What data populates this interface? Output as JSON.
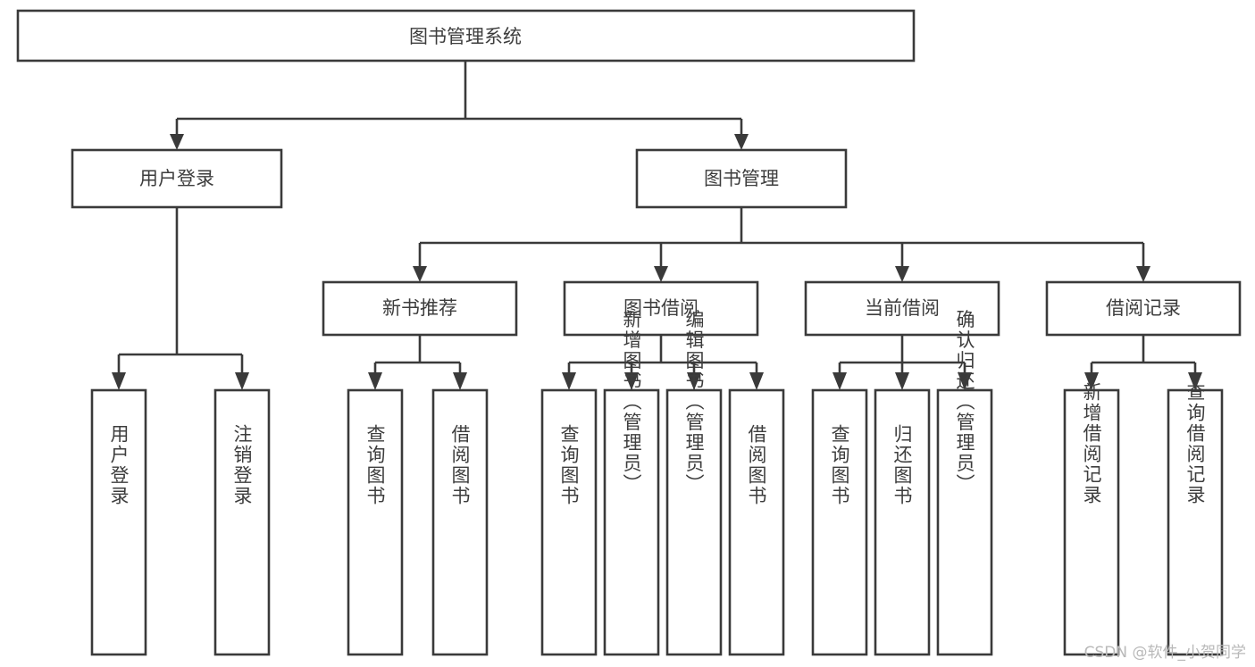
{
  "diagram": {
    "kind": "tree-hierarchy-diagram",
    "title_node": {
      "label": "图书管理系统"
    },
    "level2": [
      {
        "label": "用户登录"
      },
      {
        "label": "图书管理"
      }
    ],
    "level3": [
      {
        "label": "新书推荐"
      },
      {
        "label": "图书借阅"
      },
      {
        "label": "当前借阅"
      },
      {
        "label": "借阅记录"
      }
    ],
    "leaves": {
      "user_login": [
        "用户登录",
        "注销登录"
      ],
      "new_book_recommend": [
        "查询图书",
        "借阅图书"
      ],
      "book_borrow": [
        "查询图书",
        "新增图书（管理员）",
        "编辑图书（管理员）",
        "借阅图书"
      ],
      "current_borrow": [
        "查询图书",
        "归还图书",
        "确认归还（管理员）"
      ],
      "borrow_record": [
        "新增借阅记录",
        "查询借阅记录"
      ]
    }
  },
  "watermark": {
    "text": "CSDN @软件_小贺同学"
  },
  "colors": {
    "stroke": "#3a3a3a",
    "text": "#3d3d3d",
    "background": "#ffffff",
    "watermark": "#b9b9b9"
  }
}
